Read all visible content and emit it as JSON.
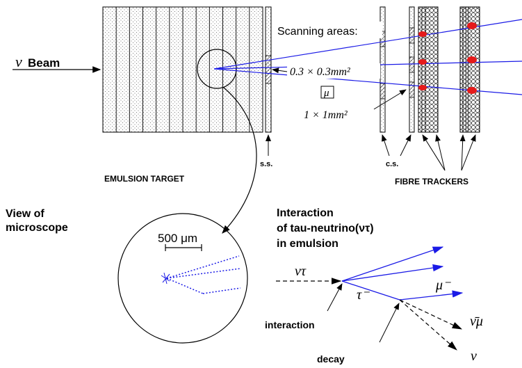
{
  "labels": {
    "beam_symbol": "ν",
    "beam_word": "Beam",
    "scanning_areas": "Scanning areas:",
    "area_small": "0.3 × 0.3mm²",
    "area_large": "1 × 1mm²",
    "mu_box": "μ",
    "ss": "s.s.",
    "cs": "c.s.",
    "emulsion_target": "EMULSION TARGET",
    "fibre_trackers": "FIBRE TRACKERS",
    "view_line1": "View of",
    "view_line2": "microscope",
    "scale_bar": "500 μm",
    "interaction_title_1": "Interaction",
    "interaction_title_2": "of tau-neutrino(ντ)",
    "interaction_title_3": "in emulsion",
    "nu_tau": "ντ",
    "tau_minus": "τ⁻",
    "mu_minus": "μ⁻",
    "nu_mu_bar": "ν̄μ",
    "nu": "ν",
    "interaction": "interaction",
    "decay": "decay"
  },
  "colors": {
    "track": "#1a1ae6",
    "hit": "#e61a1a",
    "ink": "#000000"
  }
}
